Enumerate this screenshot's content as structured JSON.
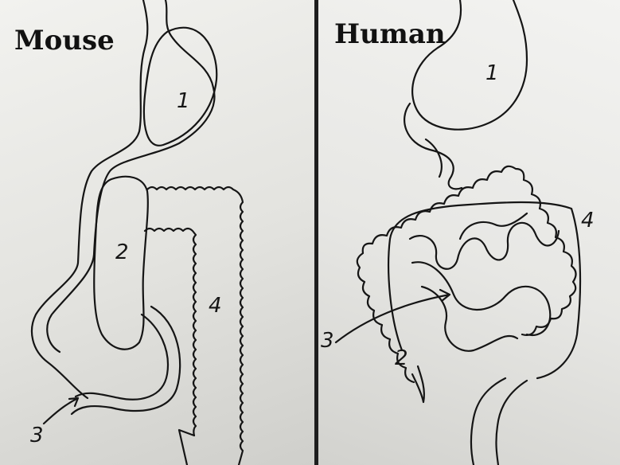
{
  "panels": {
    "left": {
      "title": "Mouse"
    },
    "right": {
      "title": "Human"
    }
  },
  "labels": {
    "stomach": "1",
    "cecum": "2",
    "small_intestine": "3",
    "colon": "4"
  },
  "colors": {
    "ink": "#151515",
    "paper": "#ececea"
  }
}
